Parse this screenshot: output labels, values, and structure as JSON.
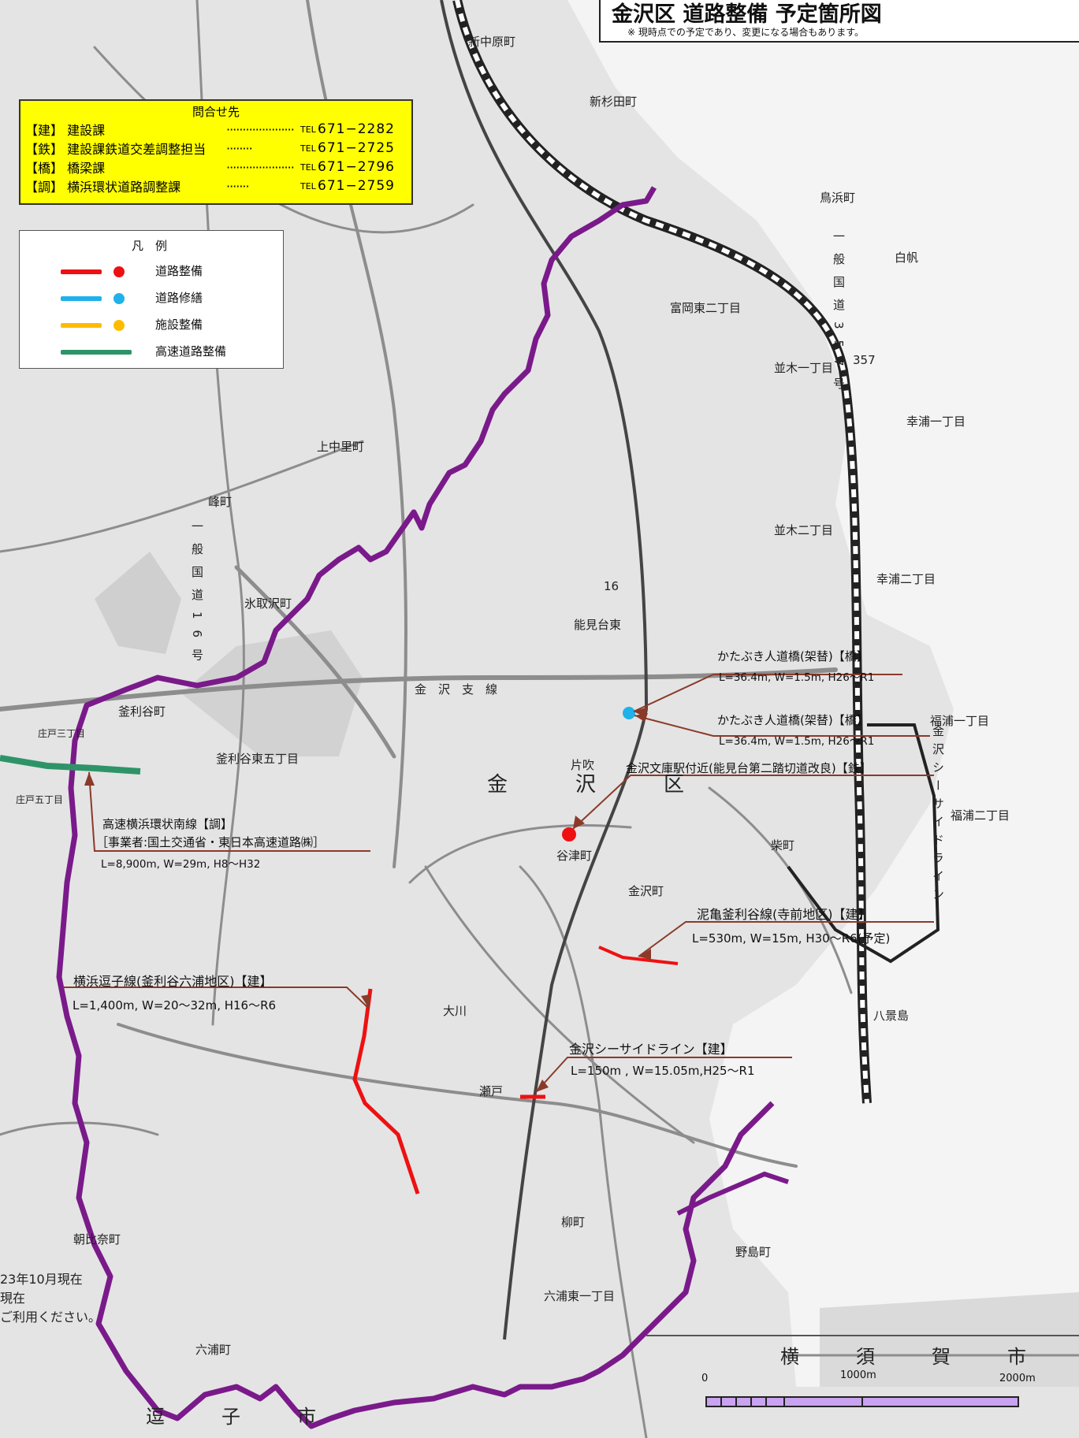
{
  "title": "金沢区 道路整備 予定箇所図",
  "subtitle": "※ 現時点での予定であり、変更になる場合もあります。",
  "contact": {
    "heading": "問合せ先",
    "rows": [
      {
        "label": "【建】 建設課",
        "dots": "·····················",
        "tel": "TEL",
        "number": "671−2282"
      },
      {
        "label": "【鉄】 建設課鉄道交差調整担当",
        "dots": "········",
        "tel": "TEL",
        "number": "671−2725"
      },
      {
        "label": "【橋】 橋梁課",
        "dots": "·····················",
        "tel": "TEL",
        "number": "671−2796"
      },
      {
        "label": "【調】 横浜環状道路調整課",
        "dots": "·······",
        "tel": "TEL",
        "number": "671−2759"
      }
    ]
  },
  "legend": {
    "heading": "凡　例",
    "items": [
      {
        "label": "道路整備",
        "color": "#ee1111",
        "dot": true
      },
      {
        "label": "道路修繕",
        "color": "#1fb1ea",
        "dot": true
      },
      {
        "label": "施設整備",
        "color": "#ffbb00",
        "dot": true
      },
      {
        "label": "高速道路整備",
        "color": "#2e9468",
        "dot": false
      }
    ]
  },
  "colors": {
    "ward_boundary": "#7a1a8a",
    "road_work": "#ee1111",
    "repair": "#1fb1ea",
    "expressway": "#2e9468",
    "railway": "#222222",
    "leader": "#8b3a2a",
    "scale_bar": "#c9a2f0"
  },
  "annotations": [
    {
      "title": "かたぶき人道橋(架替)【橋】",
      "detail": "L=36.4m, W=1.5m, H26〜R1"
    },
    {
      "title": "かたぶき人道橋(架替)【橋】",
      "detail": "L=36.4m, W=1.5m, H26〜R1"
    },
    {
      "title": "金沢文庫駅付近(能見台第二踏切道改良)【鉄】",
      "detail": ""
    },
    {
      "title": "高速横浜環状南線【調】",
      "detail": "［事業者:国土交通省・東日本高速道路㈱］",
      "detail2": "L=8,900m, W=29m, H8〜H32"
    },
    {
      "title": "泥亀釜利谷線(寺前地区)【建】",
      "detail": "L=530m, W=15m, H30〜R6(予定)"
    },
    {
      "title": "横浜逗子線(釜利谷六浦地区)【建】",
      "detail": "L=1,400m, W=20〜32m, H16〜R6"
    },
    {
      "title": "金沢シーサイドライン【建】",
      "detail": "L=150m , W=15.05m,H25〜R1"
    }
  ],
  "places": {
    "ward": "金　沢　区",
    "yokosuka": "横　須　賀　市",
    "zushi": "逗　子　市",
    "shinnakaharacho": "新中原町",
    "shinsugitacho": "新杉田町",
    "torihamacho": "鳥浜町",
    "shirahoh": "白帆",
    "tomiokahigashi2": "富岡東二丁目",
    "namiki1": "並木一丁目",
    "saiura1": "幸浦一丁目",
    "kaminakazato": "上中里町",
    "minecho": "峰町",
    "hitorizawa": "氷取沢町",
    "nokendaihigashi": "能見台東",
    "namiki2": "並木二丁目",
    "saiura2": "幸浦二丁目",
    "kamariyacho": "釜利谷町",
    "kamariyahigashi5": "釜利谷東五丁目",
    "katabuki": "片吹",
    "fukuura1": "福浦一丁目",
    "fukuura2": "福浦二丁目",
    "yatsucho": "谷津町",
    "shibacho": "柴町",
    "kanazawacho": "金沢町",
    "okawa": "大川",
    "seto": "瀬戸",
    "hakkeijima": "八景島",
    "yanagicho": "柳町",
    "nojimacho": "野島町",
    "asahinacho": "朝比奈町",
    "mutsuracho": "六浦町",
    "mutsurahigashi1": "六浦東一丁目",
    "hodogaya": "庄戸五丁目",
    "shodo3": "庄戸三丁目",
    "route357": "357",
    "route16": "16",
    "kanazawashisen": "金　沢　支　線",
    "ippan_kokudo": "一般国道16号",
    "ippan357": "一般国道357号",
    "seaside": "金沢シーサイドライン",
    "note1": "23年10月現在",
    "note2": "現在",
    "note3": "ご利用ください。"
  },
  "scale": {
    "labels": [
      "0",
      "1000m",
      "2000m"
    ],
    "max_m": 2000
  }
}
